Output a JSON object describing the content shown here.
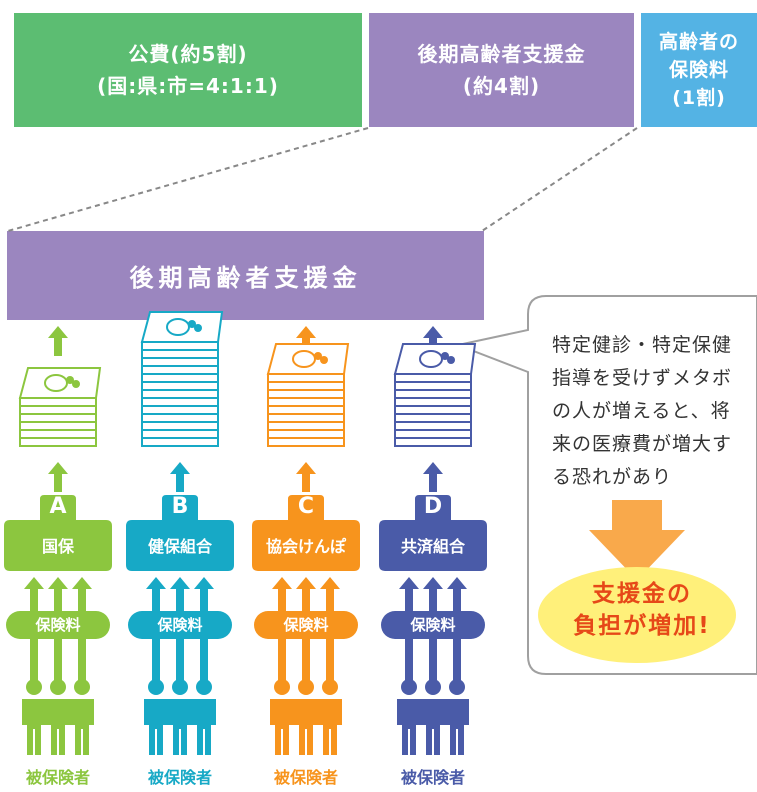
{
  "top_boxes": {
    "public": {
      "line1": "公費(約5割)",
      "line2": "(国:県:市=4:1:1)",
      "color": "#5cbd72"
    },
    "support": {
      "line1": "後期高齢者支援金",
      "line2": "(約4割)",
      "color": "#9b86bf"
    },
    "elderly": {
      "line1": "高齢者の",
      "line2": "保険料",
      "line3": "(1割)",
      "color": "#54b3e4"
    }
  },
  "main_box": {
    "label": "後期高齢者支援金",
    "color": "#9b86bf"
  },
  "columns": [
    {
      "letter": "A",
      "name": "国保",
      "premium": "保険料",
      "insured": "被保険者",
      "color": "#8cc63f",
      "stack_level": "low"
    },
    {
      "letter": "B",
      "name": "健保組合",
      "premium": "保険料",
      "insured": "被保険者",
      "color": "#17a9c6",
      "stack_level": "high"
    },
    {
      "letter": "C",
      "name": "協会けんぽ",
      "premium": "保険料",
      "insured": "被保険者",
      "color": "#f7941d",
      "stack_level": "medium"
    },
    {
      "letter": "D",
      "name": "共済組合",
      "premium": "保険料",
      "insured": "被保険者",
      "color": "#4a5ba8",
      "stack_level": "medium"
    }
  ],
  "callout": {
    "lines": [
      "特定健診・特定保健",
      "指導を受けずメタボ",
      "の人が増えると、将",
      "来の医療費が増大す",
      "る恐れがあり"
    ],
    "arrow_color": "#f9a94b",
    "burden_line1": "支援金の",
    "burden_line2": "負担が増加!",
    "burden_color": "#e64818",
    "burden_bg": "#fff07a"
  },
  "icons": {
    "stack": "money-stack-icon",
    "arrow": "arrow-up-icon",
    "person": "person-icon",
    "down": "arrow-down-icon"
  }
}
